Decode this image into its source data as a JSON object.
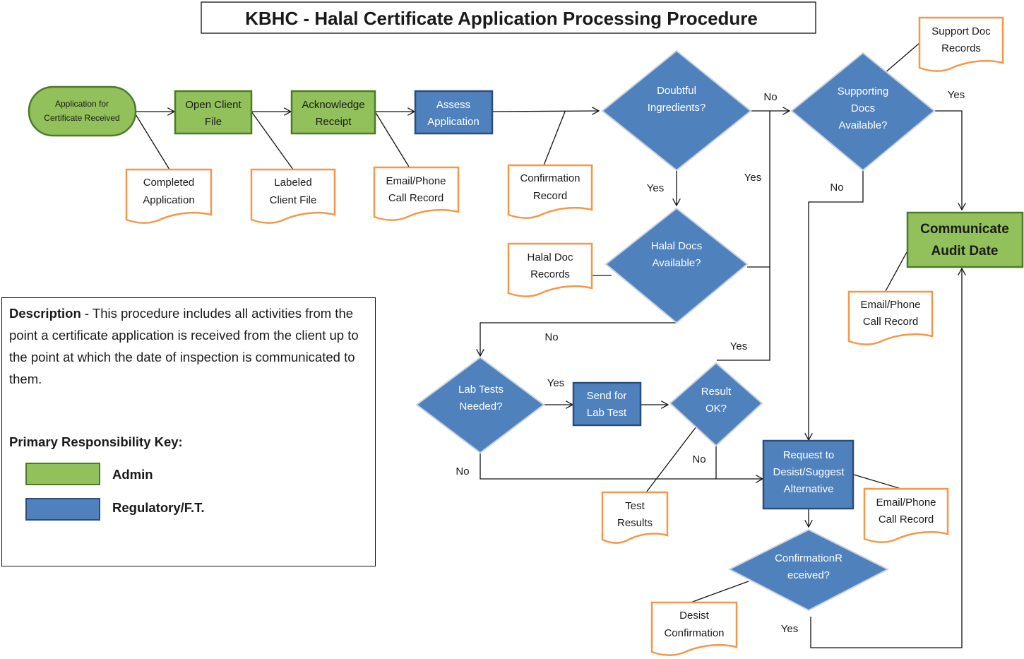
{
  "title": "KBHC - Halal Certificate Application Processing Procedure",
  "nodes": {
    "start": [
      "Application for",
      "Certificate Received"
    ],
    "open_client_file": [
      "Open Client",
      "File"
    ],
    "acknowledge_receipt": [
      "Acknowledge",
      "Receipt"
    ],
    "assess_application": [
      "Assess",
      "Application"
    ],
    "doubtful_ingredients": [
      "Doubtful",
      "Ingredients?"
    ],
    "supporting_docs": [
      "Supporting",
      "Docs",
      "Available?"
    ],
    "halal_docs": [
      "Halal Docs",
      "Available?"
    ],
    "lab_tests_needed": [
      "Lab Tests",
      "Needed?"
    ],
    "send_for_lab_test": [
      "Send for",
      "Lab Test"
    ],
    "result_ok": [
      "Result",
      "OK?"
    ],
    "request_desist": [
      "Request to",
      "Desist/Suggest",
      "Alternative"
    ],
    "confirmation_received": [
      "ConfirmationR",
      "eceived?"
    ],
    "communicate_audit_date": [
      "Communicate",
      "Audit Date"
    ]
  },
  "documents": {
    "completed_application": [
      "Completed",
      "Application"
    ],
    "labeled_client_file": [
      "Labeled",
      "Client File"
    ],
    "email_phone_1": [
      "Email/Phone",
      "Call Record"
    ],
    "confirmation_record": [
      "Confirmation",
      "Record"
    ],
    "support_doc_records": [
      "Support Doc",
      "Records"
    ],
    "halal_doc_records": [
      "Halal Doc",
      "Records"
    ],
    "email_phone_2": [
      "Email/Phone",
      "Call Record"
    ],
    "test_results": [
      "Test",
      "Results"
    ],
    "email_phone_3": [
      "Email/Phone",
      "Call Record"
    ],
    "desist_confirmation": [
      "Desist",
      "Confirmation"
    ]
  },
  "edge_labels": {
    "doubtful_no": "No",
    "doubtful_yes": "Yes",
    "supporting_yes": "Yes",
    "supporting_no": "No",
    "halal_yes": "Yes",
    "halal_no": "No",
    "lab_yes": "Yes",
    "lab_no": "No",
    "result_yes": "Yes",
    "result_no": "No",
    "confirmation_yes": "Yes"
  },
  "legend": {
    "description_bold": "Description",
    "description_text": " - This procedure includes all activities from the point a certificate application is received from the client up to the point at which the date of inspection is communicated to them.",
    "key_title": "Primary Responsibility Key:",
    "admin_label": "Admin",
    "regulatory_label": "Regulatory/F.T.",
    "admin_color": "#92c05a",
    "regulatory_color": "#4f81bd",
    "document_border_color": "#f79646"
  }
}
